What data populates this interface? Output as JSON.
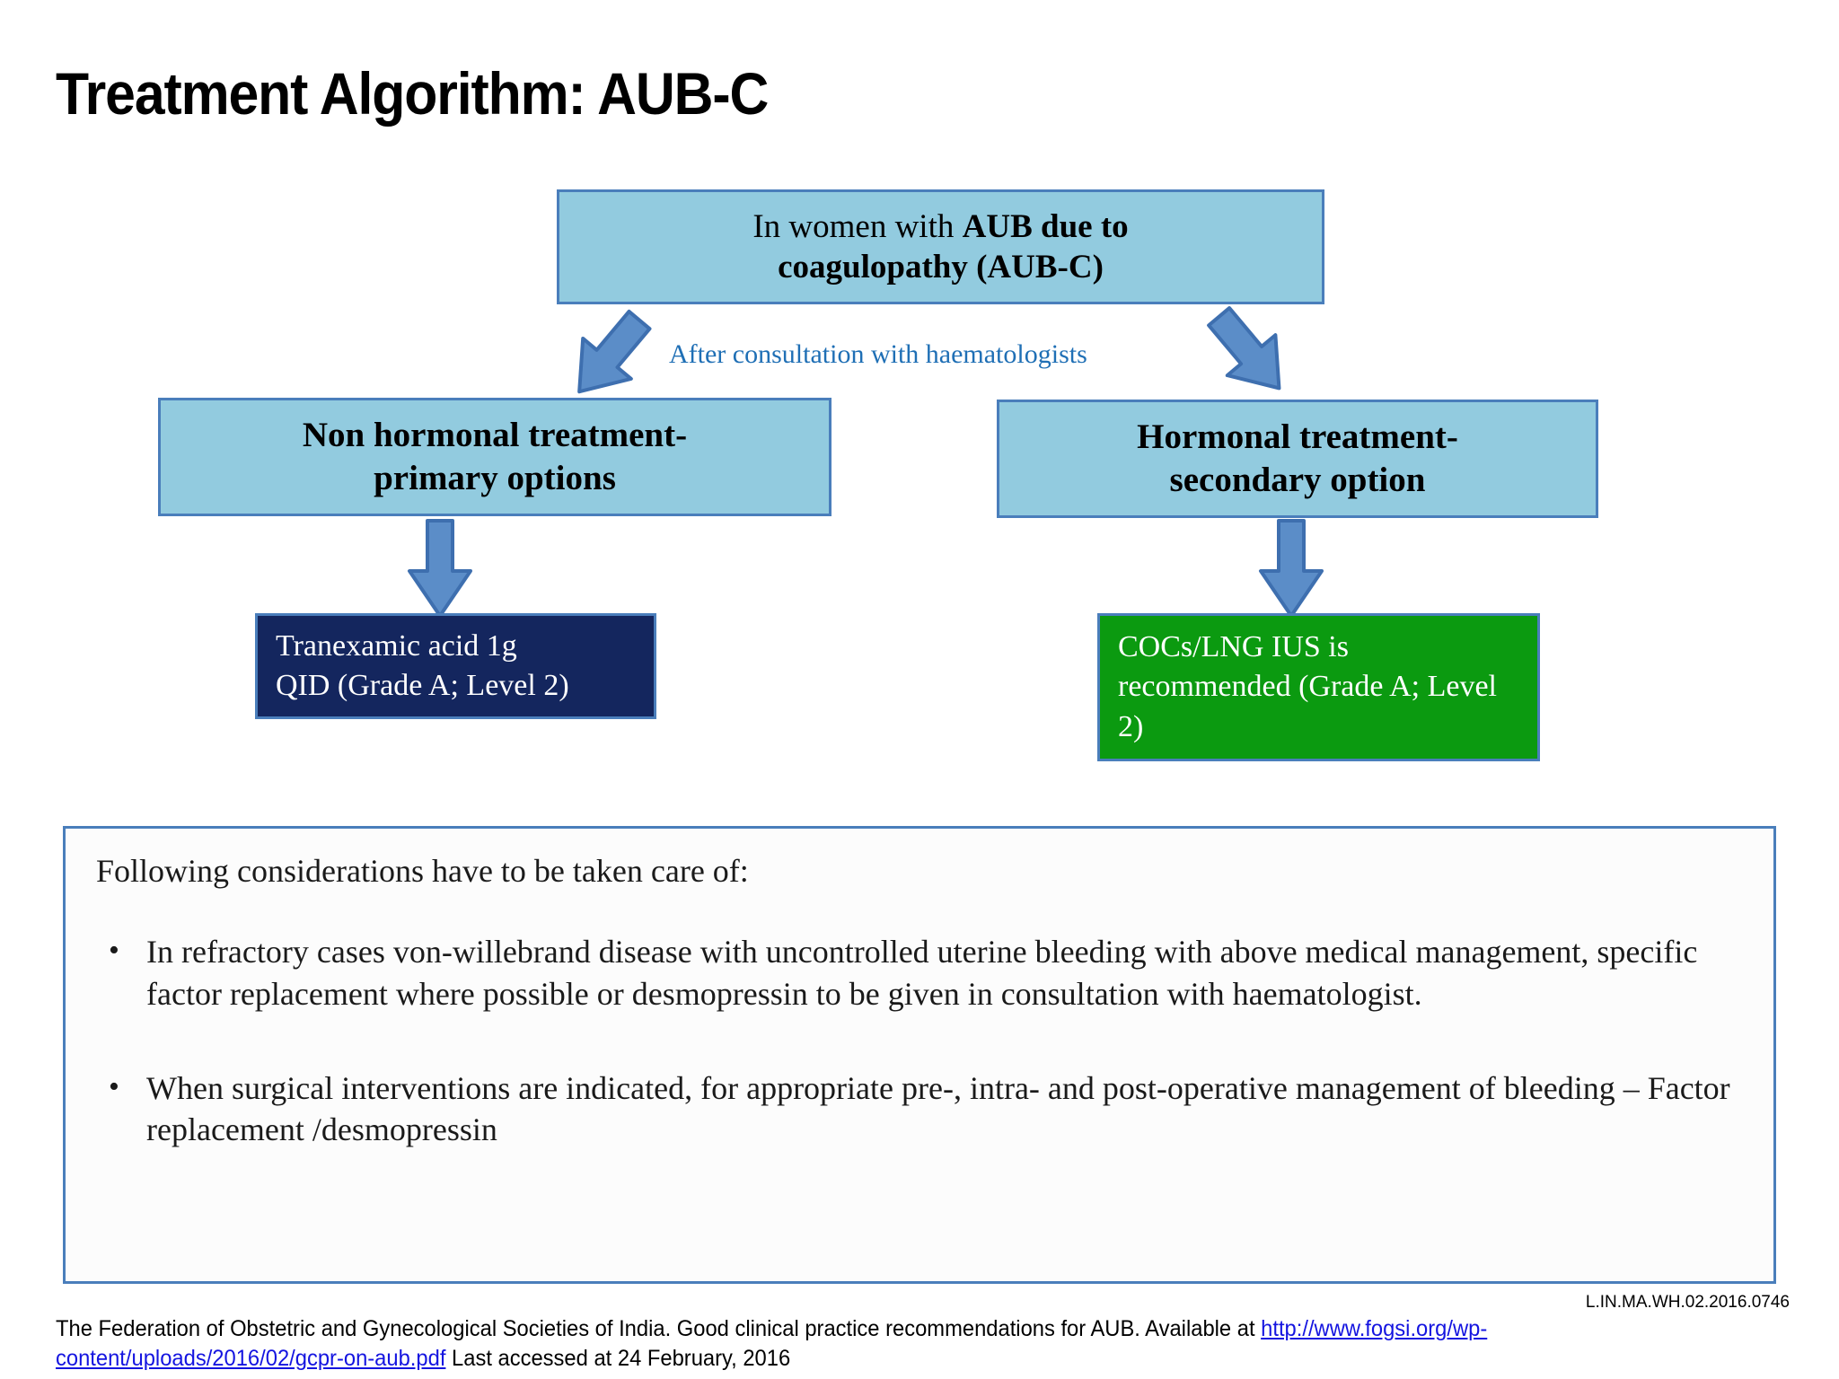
{
  "title": "Treatment Algorithm: AUB-C",
  "flow": {
    "top_box": {
      "line1_plain": "In women with ",
      "line1_bold": "AUB due to",
      "line2_bold": "coagulopathy (AUB-C)"
    },
    "caption": "After consultation with haematologists",
    "left_branch": {
      "label_line1": "Non hormonal treatment-",
      "label_line2": "primary options",
      "result_line1": "Tranexamic acid 1g",
      "result_line2": "QID (Grade A; Level 2)"
    },
    "right_branch": {
      "label_line1": "Hormonal treatment-",
      "label_line2": "secondary option",
      "result": "COCs/LNG IUS is recommended (Grade A; Level 2)"
    }
  },
  "considerations": {
    "intro": "Following considerations have to be taken care of:",
    "bullet_marker": "•",
    "items": [
      "In refractory cases von-willebrand disease with uncontrolled uterine bleeding with above medical management, specific factor replacement where possible or desmopressin to be given in consultation with haematologist.",
      "When surgical interventions are indicated, for appropriate pre-, intra- and post-operative management of bleeding – Factor replacement /desmopressin"
    ]
  },
  "footer": {
    "ref_code": "L.IN.MA.WH.02.2016.0746",
    "source_prefix": "The Federation of  Obstetric and Gynecological Societies of India. Good clinical practice recommendations for AUB. Available at ",
    "url_part1": "http://www.fogsi.org/wp-",
    "url_part2": "content/uploads/2016/02/gcpr-on-aub.pdf",
    "accessed": "  Last accessed at 24 February, 2016"
  },
  "colors": {
    "box_fill": "#92CBDF",
    "box_border": "#4A7EBB",
    "navy_fill": "#14265E",
    "green_fill": "#0B9A10",
    "caption_text": "#1F6FB5",
    "link": "#1414E0",
    "arrow": "#4A7EBB"
  }
}
